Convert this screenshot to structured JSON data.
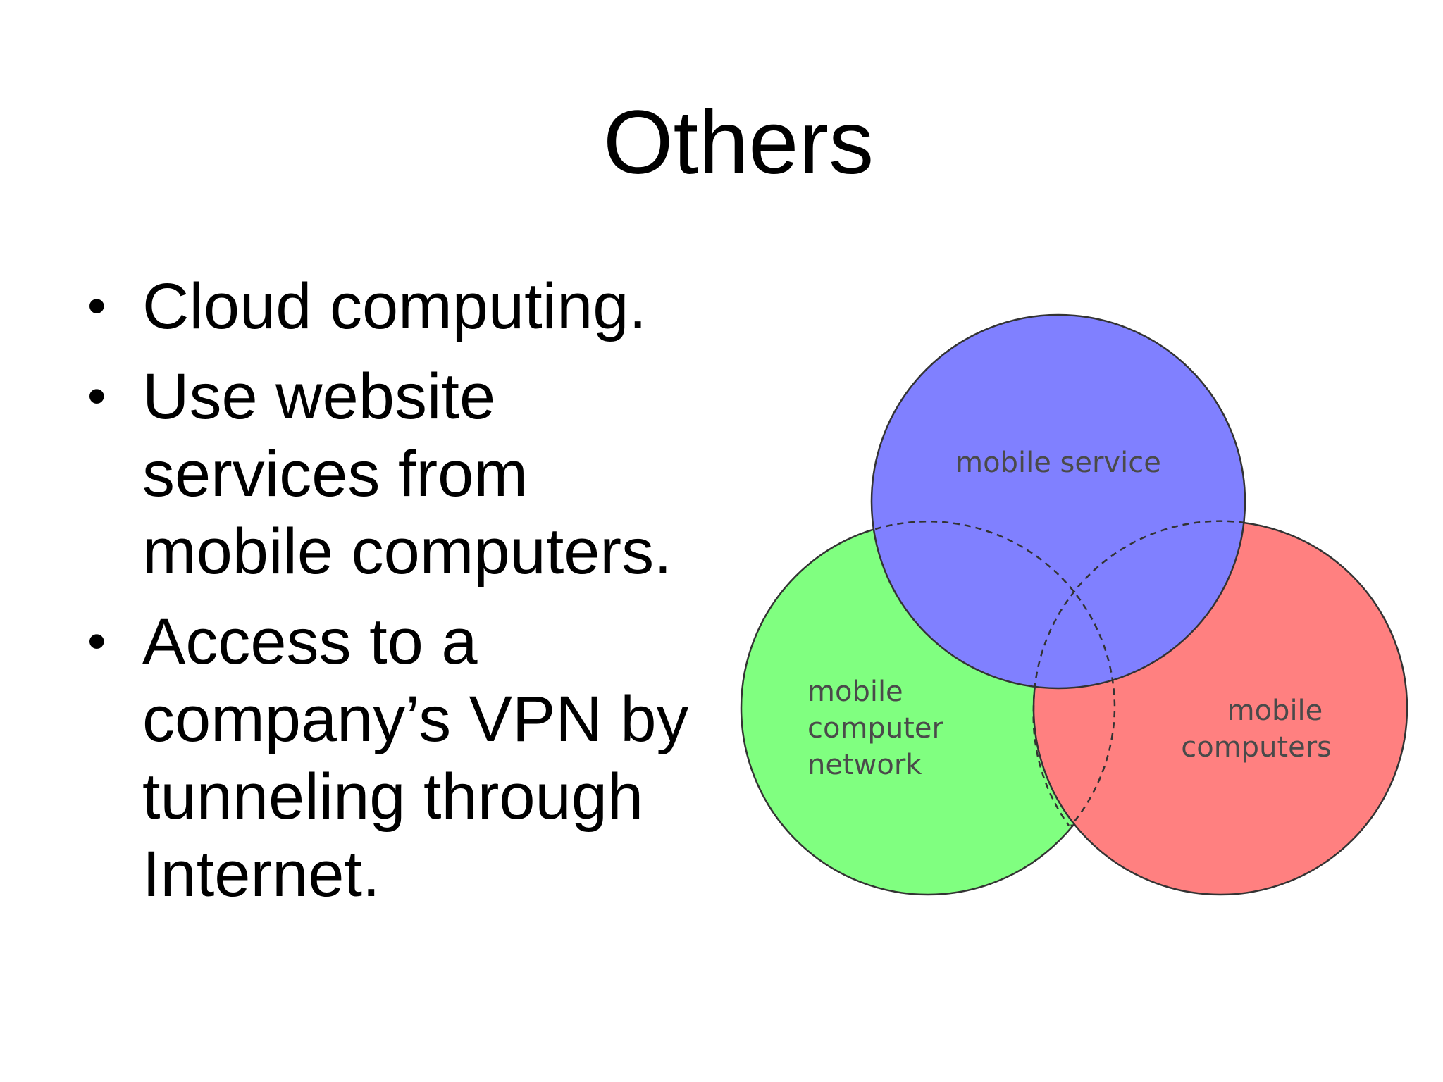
{
  "slide": {
    "title": "Others",
    "bullets": [
      {
        "lines": [
          "Cloud computing."
        ]
      },
      {
        "lines": [
          "Use website",
          "services from",
          "mobile computers."
        ]
      },
      {
        "lines": [
          "Access to a",
          "company’s VPN by",
          "tunneling through",
          "Internet."
        ]
      }
    ],
    "bullet_glyph": "•"
  },
  "diagram": {
    "circles": [
      {
        "id": "blue",
        "label_lines": [
          "mobile service"
        ],
        "fill": "#8080ff"
      },
      {
        "id": "green",
        "label_lines": [
          "mobile",
          "computer",
          "network"
        ],
        "fill": "#80ff80"
      },
      {
        "id": "red",
        "label_lines": [
          "mobile",
          "computers"
        ],
        "fill": "#ff8080"
      }
    ],
    "outline_color": "#333333"
  }
}
